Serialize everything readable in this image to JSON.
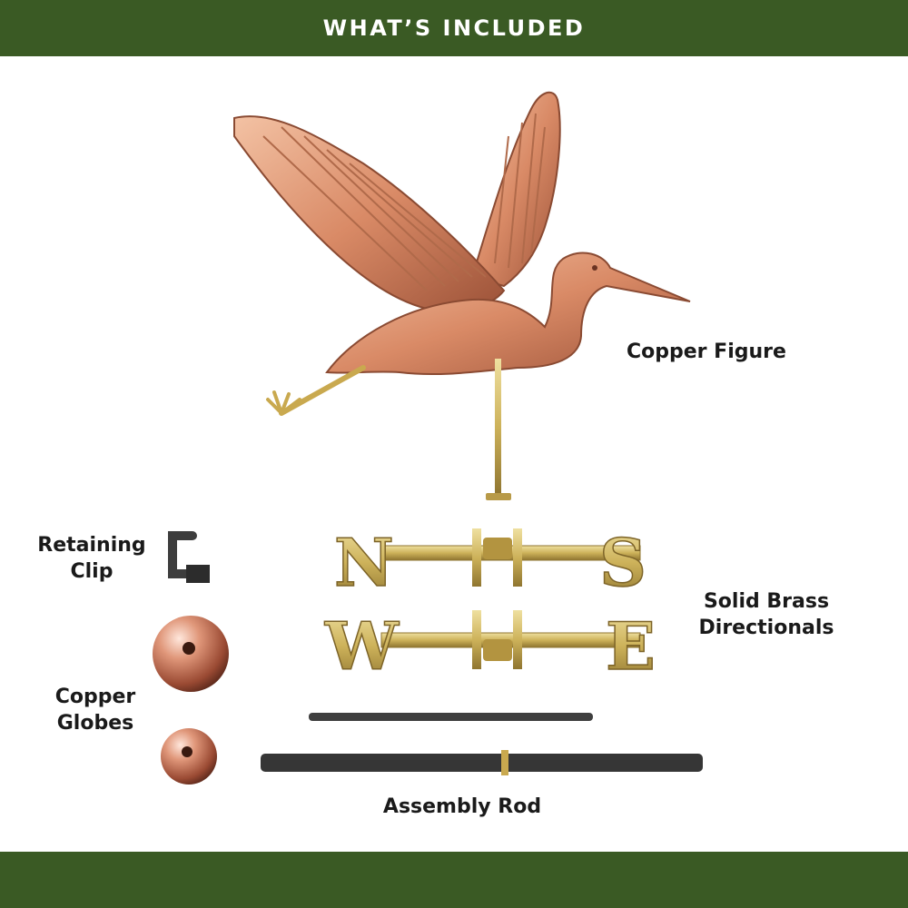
{
  "header": {
    "title": "WHAT’S INCLUDED"
  },
  "labels": {
    "copper_figure": "Copper Figure",
    "retaining_clip": [
      "Retaining",
      "Clip"
    ],
    "solid_brass_directionals": [
      "Solid Brass",
      "Directionals"
    ],
    "copper_globes": [
      "Copper",
      "Globes"
    ],
    "assembly_rod": "Assembly Rod"
  },
  "directionals": {
    "top": [
      "N",
      "S"
    ],
    "bottom": [
      "W",
      "E"
    ]
  },
  "icons": {
    "heron": "heron-figure-icon",
    "clip": "retaining-clip-icon",
    "globe": "copper-globe-icon",
    "rod": "assembly-rod-icon"
  },
  "colors": {
    "band": "#3a5a24",
    "copper": "#d98a66",
    "brass": "#cdb25a"
  }
}
